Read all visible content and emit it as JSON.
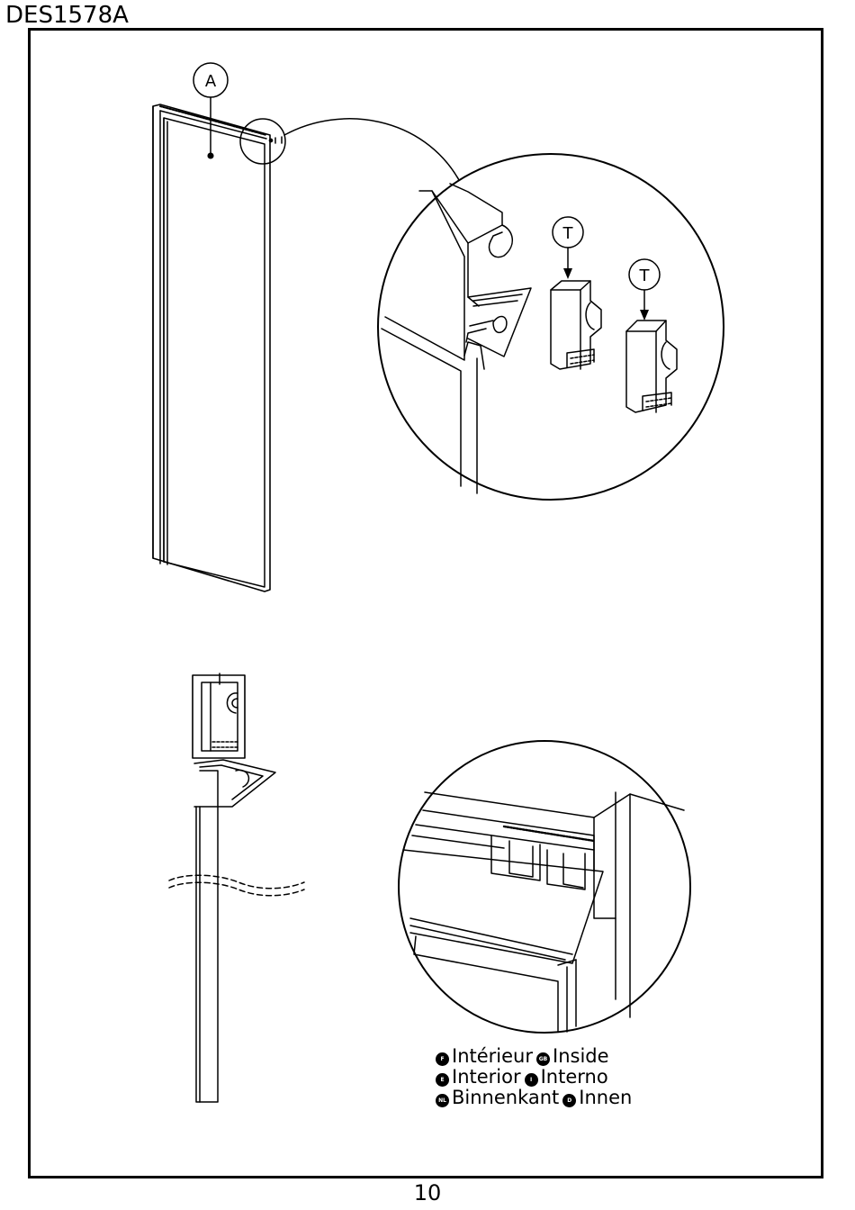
{
  "document": {
    "code": "DES1578A",
    "page_number": "10"
  },
  "callouts": {
    "panel": "A",
    "stopper_1": "T",
    "stopper_2": "T"
  },
  "legend": {
    "row1": [
      {
        "lang": "F",
        "text": "Intérieur"
      },
      {
        "lang": "GB",
        "text": "Inside"
      }
    ],
    "row2": [
      {
        "lang": "E",
        "text": "Interior"
      },
      {
        "lang": "I",
        "text": "Interno"
      }
    ],
    "row3": [
      {
        "lang": "NL",
        "text": "Binnenkant"
      },
      {
        "lang": "D",
        "text": "Innen"
      }
    ]
  }
}
